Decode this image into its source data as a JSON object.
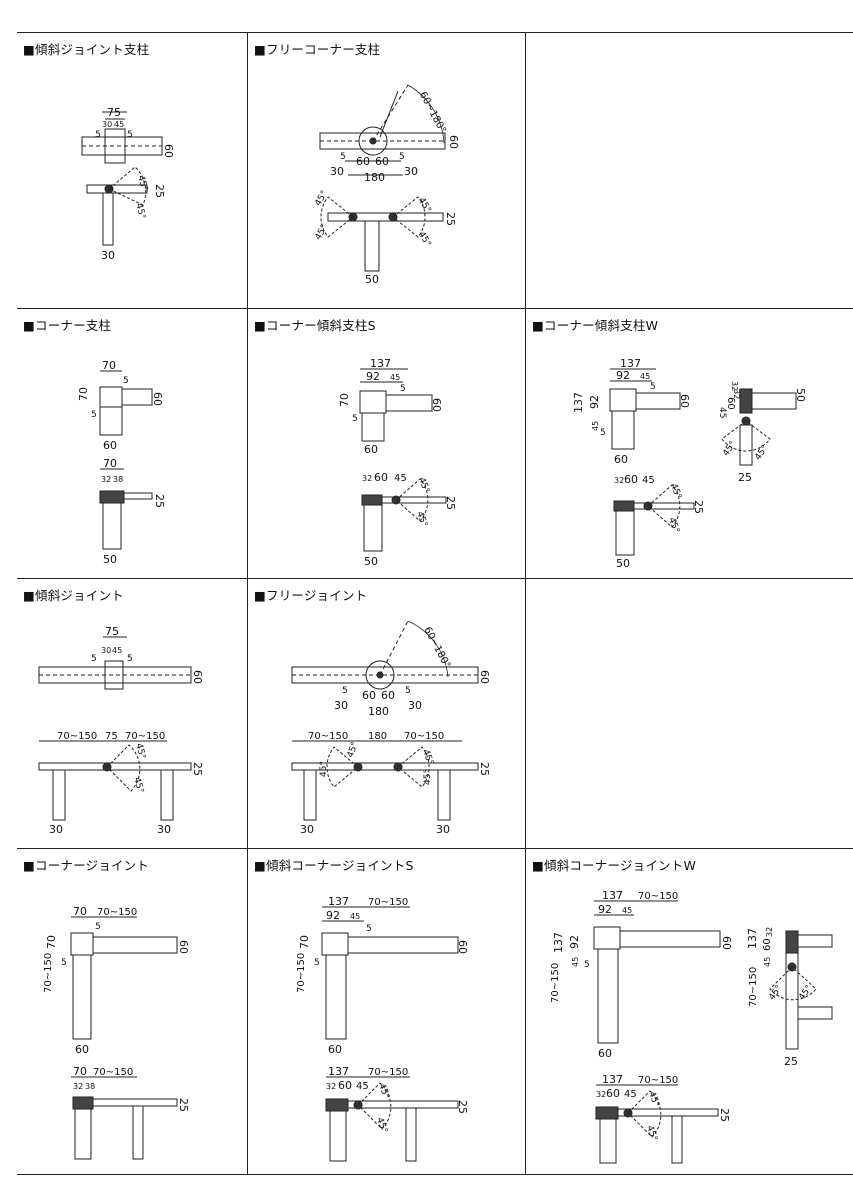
{
  "cells": [
    {
      "id": "keisha-joint-post",
      "title": "■傾斜ジョイント支柱",
      "labels": {
        "a": "75",
        "b": "30",
        "c": "45",
        "d": "5",
        "e": "5",
        "f": "60",
        "g": "45°",
        "h": "45°",
        "i": "25",
        "j": "30"
      }
    },
    {
      "id": "free-corner-post",
      "title": "■フリーコーナー支柱",
      "labels": {
        "ang": "60~180°",
        "v60": "60",
        "s5a": "5",
        "s60a": "60",
        "s60b": "60",
        "s5b": "5",
        "s30a": "30",
        "w180": "180",
        "s30b": "30",
        "g1": "45°",
        "g2": "45°",
        "g3": "45°",
        "g4": "45°",
        "v25": "25",
        "w50": "50"
      }
    },
    {
      "id": "empty-1",
      "title": ""
    },
    {
      "id": "corner-post",
      "title": "■コーナー支柱",
      "labels": {
        "w70": "70",
        "s5a": "5",
        "h70": "70",
        "h60": "60",
        "s5b": "5",
        "w60": "60",
        "w70b": "70",
        "s32": "32",
        "s38": "38",
        "v25": "25",
        "w50": "50"
      }
    },
    {
      "id": "corner-keisha-post-s",
      "title": "■コーナー傾斜支柱S",
      "labels": {
        "w137": "137",
        "w92": "92",
        "w45": "45",
        "s5a": "5",
        "h70": "70",
        "h60": "60",
        "s5b": "5",
        "w60": "60",
        "s32": "32",
        "s60": "60",
        "s45": "45",
        "g1": "45°",
        "g2": "45°",
        "v25": "25",
        "w50": "50"
      }
    },
    {
      "id": "corner-keisha-post-w",
      "title": "■コーナー傾斜支柱W",
      "labels": {
        "w137": "137",
        "w92": "92",
        "w45": "45",
        "s5a": "5",
        "h137": "137",
        "h92": "92",
        "h60": "60",
        "s45": "45",
        "s5b": "5",
        "w60": "60",
        "r32": "32",
        "r50": "50",
        "r45": "45",
        "r60": "60",
        "r32b": "32",
        "rg1": "45°",
        "rg2": "45°",
        "r25": "25",
        "s32": "32",
        "s60": "60",
        "s45b": "45",
        "g1": "45°",
        "g2": "45°",
        "v25": "25",
        "w50": "50"
      }
    },
    {
      "id": "keisha-joint",
      "title": "■傾斜ジョイント",
      "labels": {
        "w75": "75",
        "s30": "30",
        "s45": "45",
        "s5a": "5",
        "s5b": "5",
        "v60": "60",
        "r1": "70~150",
        "w75b": "75",
        "r2": "70~150",
        "g1": "45°",
        "g2": "45°",
        "v25": "25",
        "w30a": "30",
        "w30b": "30"
      }
    },
    {
      "id": "free-joint",
      "title": "■フリージョイント",
      "labels": {
        "ang": "60~180°",
        "v60": "60",
        "s5a": "5",
        "s60a": "60",
        "s60b": "60",
        "s5b": "5",
        "s30a": "30",
        "w180": "180",
        "s30b": "30",
        "r1": "70~150",
        "w180b": "180",
        "r2": "70~150",
        "g1": "45°",
        "g2": "45°",
        "g3": "45°",
        "g4": "45°",
        "v25": "25",
        "w30a": "30",
        "w30b": "30"
      }
    },
    {
      "id": "empty-2",
      "title": ""
    },
    {
      "id": "corner-joint",
      "title": "■コーナージョイント",
      "labels": {
        "w70": "70",
        "r1": "70~150",
        "s5": "5",
        "h70": "70",
        "v60": "60",
        "s5b": "5",
        "r2": "70~150",
        "w60": "60",
        "w70b": "70",
        "r3": "70~150",
        "s32": "32",
        "s38": "38",
        "v25": "25"
      }
    },
    {
      "id": "keisha-corner-joint-s",
      "title": "■傾斜コーナージョイントS",
      "labels": {
        "w137": "137",
        "r1": "70~150",
        "w92": "92",
        "w45": "45",
        "s5": "5",
        "h70": "70",
        "v60": "60",
        "s5b": "5",
        "r2": "70~150",
        "w60": "60",
        "w137b": "137",
        "r3": "70~150",
        "s32": "32",
        "s60": "60",
        "s45": "45",
        "g1": "45°",
        "g2": "45°",
        "v25": "25"
      }
    },
    {
      "id": "keisha-corner-joint-w",
      "title": "■傾斜コーナージョイントW",
      "labels": {
        "w137": "137",
        "r1": "70~150",
        "w92": "92",
        "w45": "45",
        "h137": "137",
        "h92": "92",
        "s45": "45",
        "s5": "5",
        "v60": "60",
        "r2": "70~150",
        "w60": "60",
        "rh137": "137",
        "rh45": "45",
        "rh60": "60",
        "rh32": "32",
        "rr": "70~150",
        "rg1": "45°",
        "rg2": "45°",
        "r25": "25",
        "w137b": "137",
        "r3": "70~150",
        "s32": "32",
        "s60": "60",
        "s45b": "45",
        "g1": "45°",
        "g2": "45°",
        "v25": "25"
      }
    }
  ]
}
